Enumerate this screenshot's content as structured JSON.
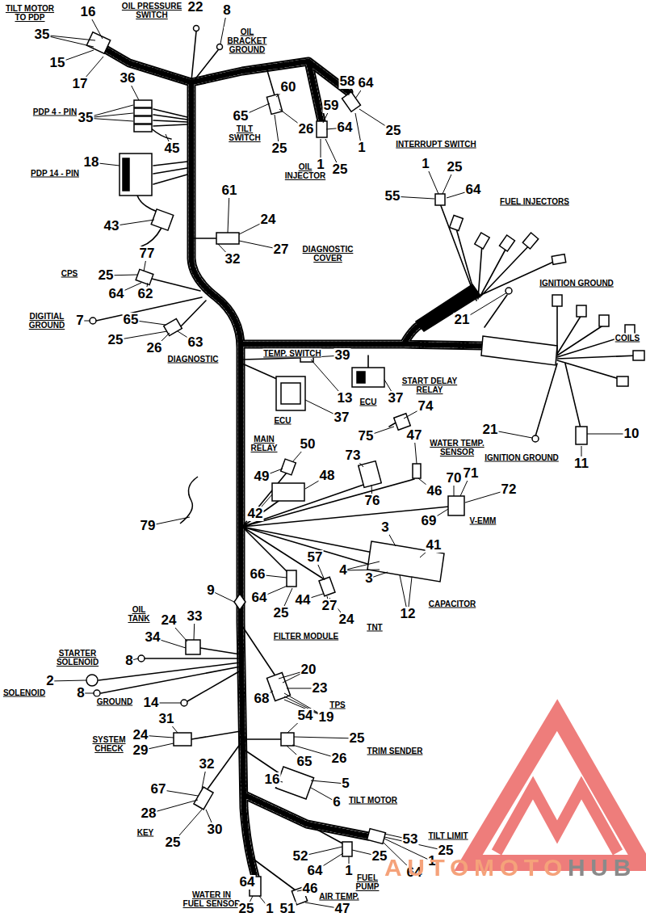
{
  "diagram": {
    "labels": [
      "TILT MOTOR TO PDP",
      "16",
      "35",
      "15",
      "17",
      "OIL PRESSURE SWITCH",
      "22",
      "8",
      "OIL BRACKET GROUND",
      "36",
      "PDP 4 - PIN",
      "35",
      "45",
      "18",
      "PDP 14 - PIN",
      "60",
      "58",
      "64",
      "65",
      "59",
      "26",
      "64",
      "25",
      "TILT SWITCH",
      "25",
      "1",
      "INTERRUPT SWITCH",
      "OIL INJECTOR",
      "1",
      "25",
      "1",
      "25",
      "55",
      "64",
      "FUEL INJECTORS",
      "61",
      "24",
      "43",
      "27",
      "32",
      "DIAGNOSTIC COVER",
      "77",
      "25",
      "CPS",
      "64",
      "62",
      "IGNITION GROUND",
      "DIGITIAL GROUND",
      "7",
      "65",
      "21",
      "COILS",
      "25",
      "26",
      "63",
      "DIAGNOSTIC",
      "TEMP. SWITCH",
      "39",
      "START DELAY RELAY",
      "13",
      "ECU",
      "37",
      "74",
      "37",
      "ECU",
      "21",
      "10",
      "75",
      "47",
      "MAIN RELAY",
      "50",
      "WATER TEMP. SENSOR",
      "73",
      "IGNITION GROUND",
      "11",
      "49",
      "48",
      "70",
      "71",
      "72",
      "46",
      "76",
      "42",
      "69",
      "V-EMM",
      "79",
      "3",
      "41",
      "57",
      "4",
      "66",
      "3",
      "9",
      "64",
      "44",
      "27",
      "CAPACITOR",
      "25",
      "12",
      "24",
      "TNT",
      "OIL TANK",
      "24",
      "33",
      "34",
      "FILTER MODULE",
      "STARTER SOLENOID",
      "8",
      "20",
      "2",
      "SOLENOID",
      "8",
      "23",
      "68",
      "GROUND",
      "14",
      "TPS",
      "54",
      "19",
      "31",
      "24",
      "25",
      "SYSTEM CHECK",
      "29",
      "26",
      "65",
      "TRIM SENDER",
      "32",
      "16",
      "5",
      "67",
      "6",
      "TILT MOTOR",
      "28",
      "30",
      "KEY",
      "25",
      "53",
      "TILT LIMIT",
      "25",
      "52",
      "25",
      "1",
      "64",
      "1",
      "64",
      "FUEL PUMP",
      "64",
      "46",
      "WATER IN FUEL SENSOR",
      "25",
      "1",
      "51",
      "AIR TEMP.",
      "47",
      "AUTOMOTOHUB"
    ]
  }
}
